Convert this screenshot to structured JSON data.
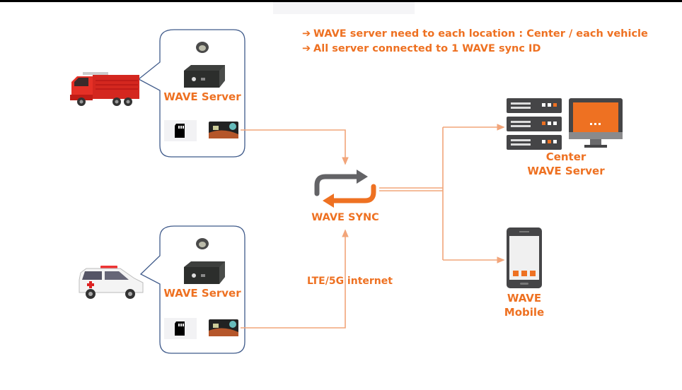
{
  "notes": [
    {
      "bullet": "➔",
      "text": "WAVE server need to each location : Center / each vehicle"
    },
    {
      "bullet": "➔",
      "text": "All server connected to 1 WAVE sync ID"
    }
  ],
  "vehicles": [
    {
      "type": "fire-truck",
      "server_label": "WAVE Server",
      "components": [
        "dome-camera",
        "dvr-box",
        "sd-card",
        "lte-card"
      ]
    },
    {
      "type": "ambulance",
      "server_label": "WAVE Server",
      "components": [
        "dome-camera",
        "dvr-box",
        "sd-card",
        "lte-card"
      ]
    }
  ],
  "sync": {
    "label": "WAVE SYNC"
  },
  "network_label": "LTE/5G internet",
  "center": {
    "line1": "Center",
    "line2": "WAVE Server"
  },
  "mobile": {
    "line1": "WAVE",
    "line2": "Mobile"
  },
  "colors": {
    "accent": "#ee7122",
    "wire": "#f2a57a",
    "dark": "#4a4a4c",
    "bubble_border": "#3f5a8a"
  }
}
